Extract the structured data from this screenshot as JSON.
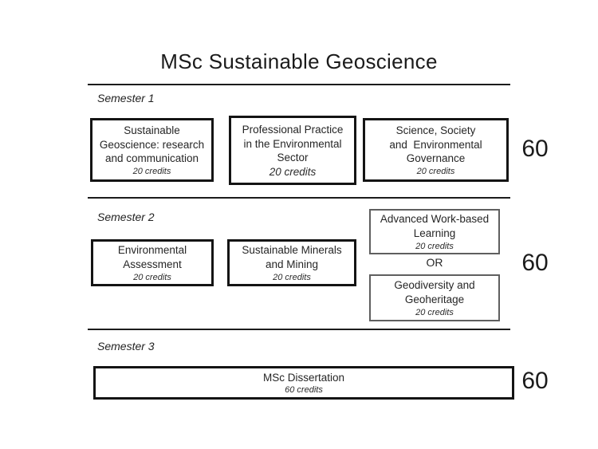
{
  "page": {
    "title": "MSc Sustainable Geoscience"
  },
  "colors": {
    "background": "#ffffff",
    "text": "#1f1f1f",
    "core_module_border": "#141414",
    "option_module_border": "#5f5f5f"
  },
  "semesters": [
    {
      "label": "Semester 1",
      "total_credits": "60",
      "modules": [
        {
          "title": "Sustainable\nGeoscience: research\nand communication",
          "credits": "20 credits"
        },
        {
          "title": "Professional Practice\nin the Environmental\nSector",
          "credits": "20 credits"
        },
        {
          "title": "Science, Society\nand  Environmental\nGovernance",
          "credits": "20 credits"
        }
      ]
    },
    {
      "label": "Semester 2",
      "total_credits": "60",
      "or_label": "OR",
      "modules": [
        {
          "title": "Environmental\nAssessment",
          "credits": "20 credits"
        },
        {
          "title": "Sustainable Minerals\nand Mining",
          "credits": "20 credits"
        },
        {
          "title": "Advanced Work-based\nLearning",
          "credits": "20 credits"
        },
        {
          "title": "Geodiversity and\nGeoheritage",
          "credits": "20 credits"
        }
      ]
    },
    {
      "label": "Semester 3",
      "total_credits": "60",
      "modules": [
        {
          "title": "MSc Dissertation",
          "credits": "60 credits"
        }
      ]
    }
  ]
}
